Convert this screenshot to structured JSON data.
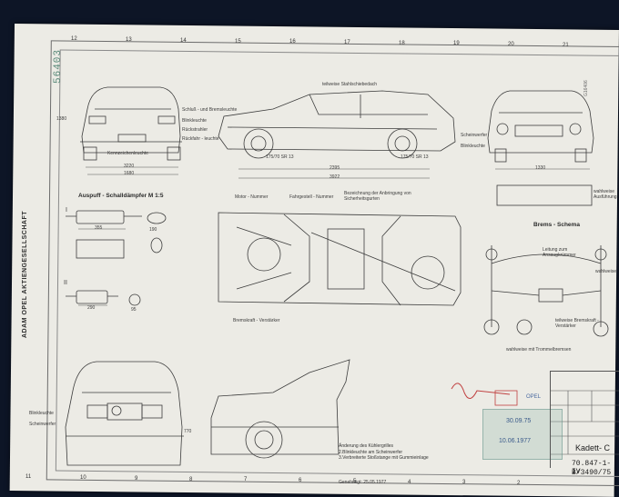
{
  "document": {
    "drawing_number": "56403",
    "corner_code": "G16406",
    "company_vertical": "ADAM OPEL AKTIENGESELLSCHAFT",
    "model": "Kadett- C",
    "number_line_1": "70.847-1-IV",
    "number_line_2": "B/3490/75",
    "opel_logo_text": "OPEL"
  },
  "labels": {
    "front_side_top": "teilweise Stahlschiebedach",
    "schluss": "Schluß - und Bremsleuchte",
    "blink_rear": "Blinkleuchte",
    "rueckstrahler": "Rückstrahler",
    "rueckfahr": "Rückfahr - leuchte",
    "kennzeichen": "Kennzeichenleuchte",
    "scheinwerfer_front": "Scheinwerfer",
    "blink_front": "Blinkleuchte",
    "tyre_left": "175/70 SR 13",
    "tyre_right": "175/70 SR 13",
    "auspuff": "Auspuff - Schalldämpfer   M 1:5",
    "roman_1": "I",
    "roman_2": "II",
    "motor_nummer": "Motor - Nummer",
    "fahrgestell": "Fahrgestell - Nummer",
    "bezeichnung": "Bezeichnung der Anbringung von Sicherheitsgurten",
    "bremskraft": "Bremskraft - Verstärker",
    "bremsschema": "Brems - Schema",
    "leitung": "Leitung zum Ansaugkrümmer",
    "teilweise_brems": "teilweise Bremskraft - Verstärker",
    "trommel": "wahlweise mit Trommelbremsen",
    "wahlweise": "wahlweise",
    "wahlweise_ausf": "wahlweise Ausführung",
    "blinkleuchte_bottom": "Blinkleuchte",
    "scheinwerfer_bottom": "Scheinwerfer"
  },
  "dimensions": {
    "d1": "3220",
    "d2": "1680",
    "d3": "2395",
    "d4": "3922",
    "d5": "1330",
    "d6": "1380",
    "d7": "355",
    "d8": "190",
    "d9": "290",
    "d10": "95",
    "d11": "770"
  },
  "changes": {
    "line1": "Änderung des Kühlergrilles",
    "line2": "2.Blinkleuchte am Scheinwerfer",
    "line3": "3.Verbreiterte Stoßstange mit Gummieinlage",
    "approved": "Genehmigt: 25.05.1977"
  },
  "stamp": {
    "date1": "30.09.75",
    "date2": "10.06.1977"
  },
  "ruler": {
    "top": [
      "12",
      "13",
      "14",
      "15",
      "16",
      "17",
      "18",
      "19",
      "20",
      "21"
    ],
    "bottom": [
      "11",
      "10",
      "9",
      "8",
      "7",
      "6",
      "5",
      "4",
      "3",
      "2"
    ]
  }
}
